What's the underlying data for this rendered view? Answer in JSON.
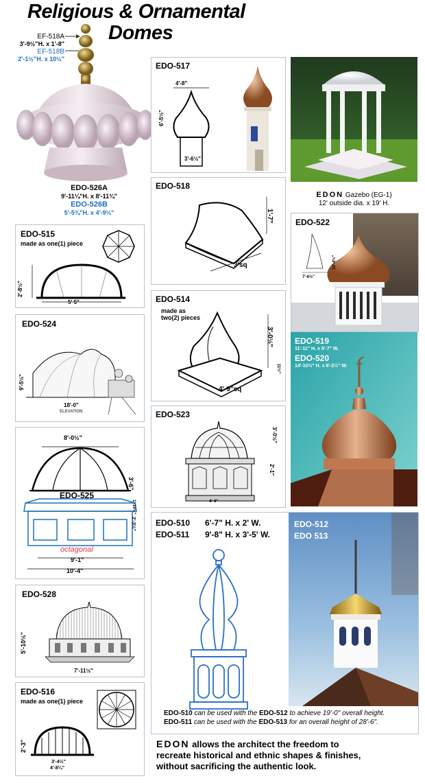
{
  "title": {
    "line1": "Religious & Ornamental",
    "line2": "Domes"
  },
  "finial": {
    "a_code": "EF-518A",
    "a_size": "3'-9½\"H. x 1'-8\"",
    "b_code": "EF-518B",
    "b_size": "2'-1½\"H. x 10½\""
  },
  "edo526": {
    "a_code": "EDO-526A",
    "a_size": "9'-11¼\"H. x 8'-11¾\"",
    "b_code": "EDO-526B",
    "b_size": "5'-5¾\"H. x 4'-9½\""
  },
  "edo515": {
    "code": "EDO-515",
    "note": "made as one(1) piece",
    "height": "2'-8½\"",
    "width": "5' 5\""
  },
  "edo524": {
    "code": "EDO-524",
    "height": "9'-5½\"",
    "width": "18'-0\"",
    "view": "ELEVATION"
  },
  "edo525": {
    "code": "EDO-525",
    "top_width": "8'-0½\"",
    "height": "3'-6\"",
    "base_h1": "1'-10½\"",
    "base_h2": "2'-3½\"",
    "shape": "octagonal",
    "w1": "9'-1\"",
    "w2": "10'-4\""
  },
  "edo528": {
    "code": "EDO-528",
    "height": "5'-10½\"",
    "width": "7'-11½\""
  },
  "edo516": {
    "code": "EDO-516",
    "note": "made as one(1) piece",
    "height": "2'-3\"",
    "w1": "3'-4½\"",
    "w2": "4'-8¼\""
  },
  "edo517": {
    "code": "EDO-517",
    "width": "4'-8\"",
    "height": "6'-5½\"",
    "base": "3'-6½\""
  },
  "gazebo": {
    "brand": "EDON",
    "name": "Gazebo (EG-1)",
    "size": "12' outside dia. x 19' H."
  },
  "edo518": {
    "code": "EDO-518",
    "height": "1'-7\"",
    "base": "3'sq"
  },
  "edo514": {
    "code": "EDO-514",
    "note": "made as two(2) pieces",
    "height": "3'-0½\"",
    "base_h": "11½\"",
    "base": "4'-9\"sq"
  },
  "edo522": {
    "code": "EDO-522",
    "height": "10'-4½\"",
    "width": "7'-6½\""
  },
  "edo519": {
    "code": "EDO-519",
    "size": "11'-11\" H. x 6'-7\" W.",
    "code2": "EDO-520",
    "size2": "14'-10½\" H. x 8'-2½\" W."
  },
  "edo523": {
    "code": "EDO-523",
    "height": "3'-0½\"",
    "h2": "2'-1\"",
    "width": "4'-4\""
  },
  "edo510": {
    "code": "EDO-510",
    "size": "6'-7\" H. x 2' W.",
    "code2": "EDO-511",
    "size2": "9'-8\" H. x 3'-5' W."
  },
  "edo512": {
    "code": "EDO-512",
    "code2": "EDO 513"
  },
  "notes": {
    "n1_code": "EDO-510",
    "n1_mid": " can be used with the ",
    "n1_code2": "EDO-512",
    "n1_end": " to achieve 19'-0\" overall height.",
    "n2_code": "EDO-511",
    "n2_mid": " can be used with the ",
    "n2_code2": "EDO-513",
    "n2_end": " for an overall height of 28'-6\"."
  },
  "footer": {
    "brand": "EDON",
    "line1": " allows the architect the freedom to",
    "line2": "recreate historical and ethnic shapes &  finishes,",
    "line3": "without sacrificing the authentic look."
  },
  "colors": {
    "accent_blue": "#1d6fc0",
    "panel_border": "#b9c3cc",
    "teal_sky": "#3fb7b9",
    "copper": "#c98a5a",
    "gold": "#d4a934",
    "octagonal_red": "#e0344a"
  }
}
